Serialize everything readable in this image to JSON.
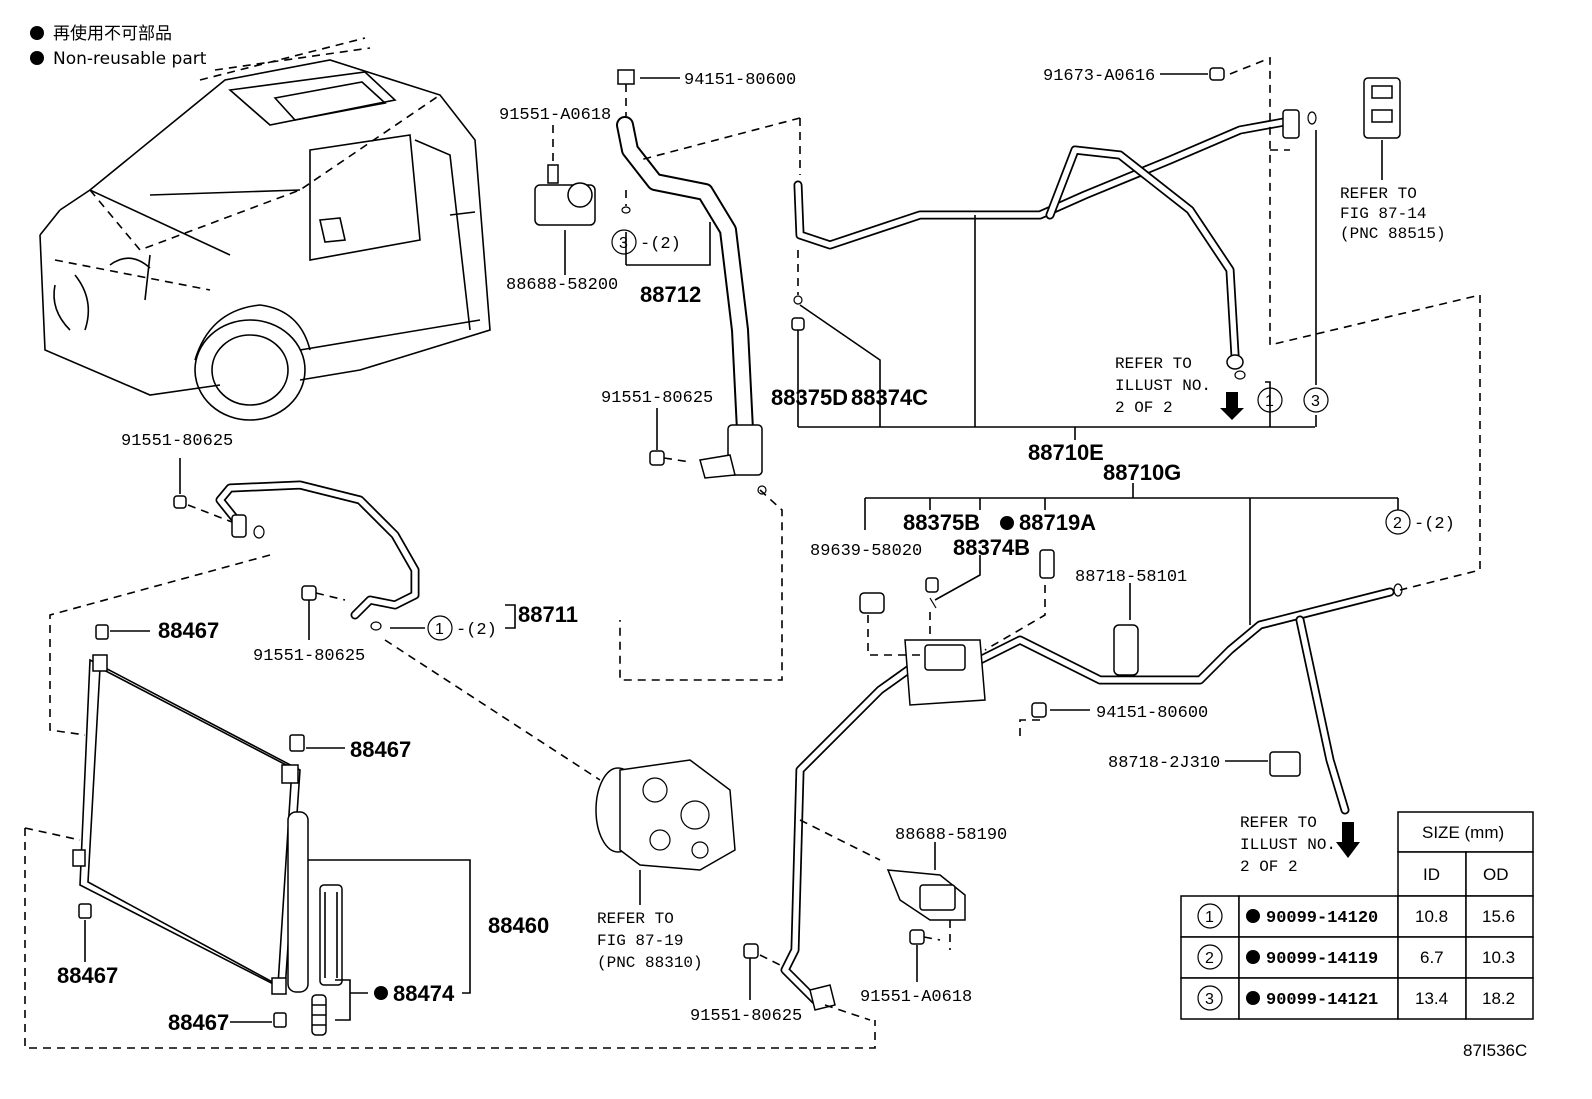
{
  "legend": {
    "line1": "再使用不可部品",
    "line2": "Non-reusable part"
  },
  "parts": {
    "p94151_80600_top": "94151-80600",
    "p91551_A0618_top": "91551-A0618",
    "p88688_58200": "88688-58200",
    "p88712": "88712",
    "circ3_qty_top": "-(2)",
    "p91673_A0616": "91673-A0616",
    "p88375D": "88375D",
    "p88374C": "88374C",
    "p88710E": "88710E",
    "p88710G": "88710G",
    "p91551_80625_a": "91551-80625",
    "p91551_80625_b": "91551-80625",
    "p91551_80625_c": "91551-80625",
    "p91551_80625_d": "91551-80625",
    "p88711": "88711",
    "circ1_qty": "-(2)",
    "p88467_a": "88467",
    "p88467_b": "88467",
    "p88467_c": "88467",
    "p88467_d": "88467",
    "p88460": "88460",
    "p88474": "88474",
    "p88375B": "88375B",
    "p88719A": "88719A",
    "p88374B": "88374B",
    "p89639_58020": "89639-58020",
    "p88718_58101": "88718-58101",
    "circ2_qty": "-(2)",
    "p94151_80600_b": "94151-80600",
    "p88718_2J310": "88718-2J310",
    "p88688_58190": "88688-58190",
    "p91551_A0618_b": "91551-A0618"
  },
  "refs": {
    "fig8714": [
      "REFER TO",
      "FIG 87-14",
      "(PNC 88515)"
    ],
    "illust_a": [
      "REFER TO",
      "ILLUST NO.",
      "2 OF 2"
    ],
    "illust_b": [
      "REFER TO",
      "ILLUST NO.",
      "2 OF 2"
    ],
    "fig8719": [
      "REFER TO",
      "FIG 87-19",
      "(PNC 88310)"
    ]
  },
  "table": {
    "header_size": "SIZE (mm)",
    "col_id": "ID",
    "col_od": "OD",
    "rows": [
      {
        "key": "1",
        "part": "90099-14120",
        "id": "10.8",
        "od": "15.6"
      },
      {
        "key": "2",
        "part": "90099-14119",
        "id": "6.7",
        "od": "10.3"
      },
      {
        "key": "3",
        "part": "90099-14121",
        "id": "13.4",
        "od": "18.2"
      }
    ]
  },
  "circle_labels": {
    "c1": "1",
    "c2": "2",
    "c3": "3"
  },
  "figure_id": "87I536C"
}
